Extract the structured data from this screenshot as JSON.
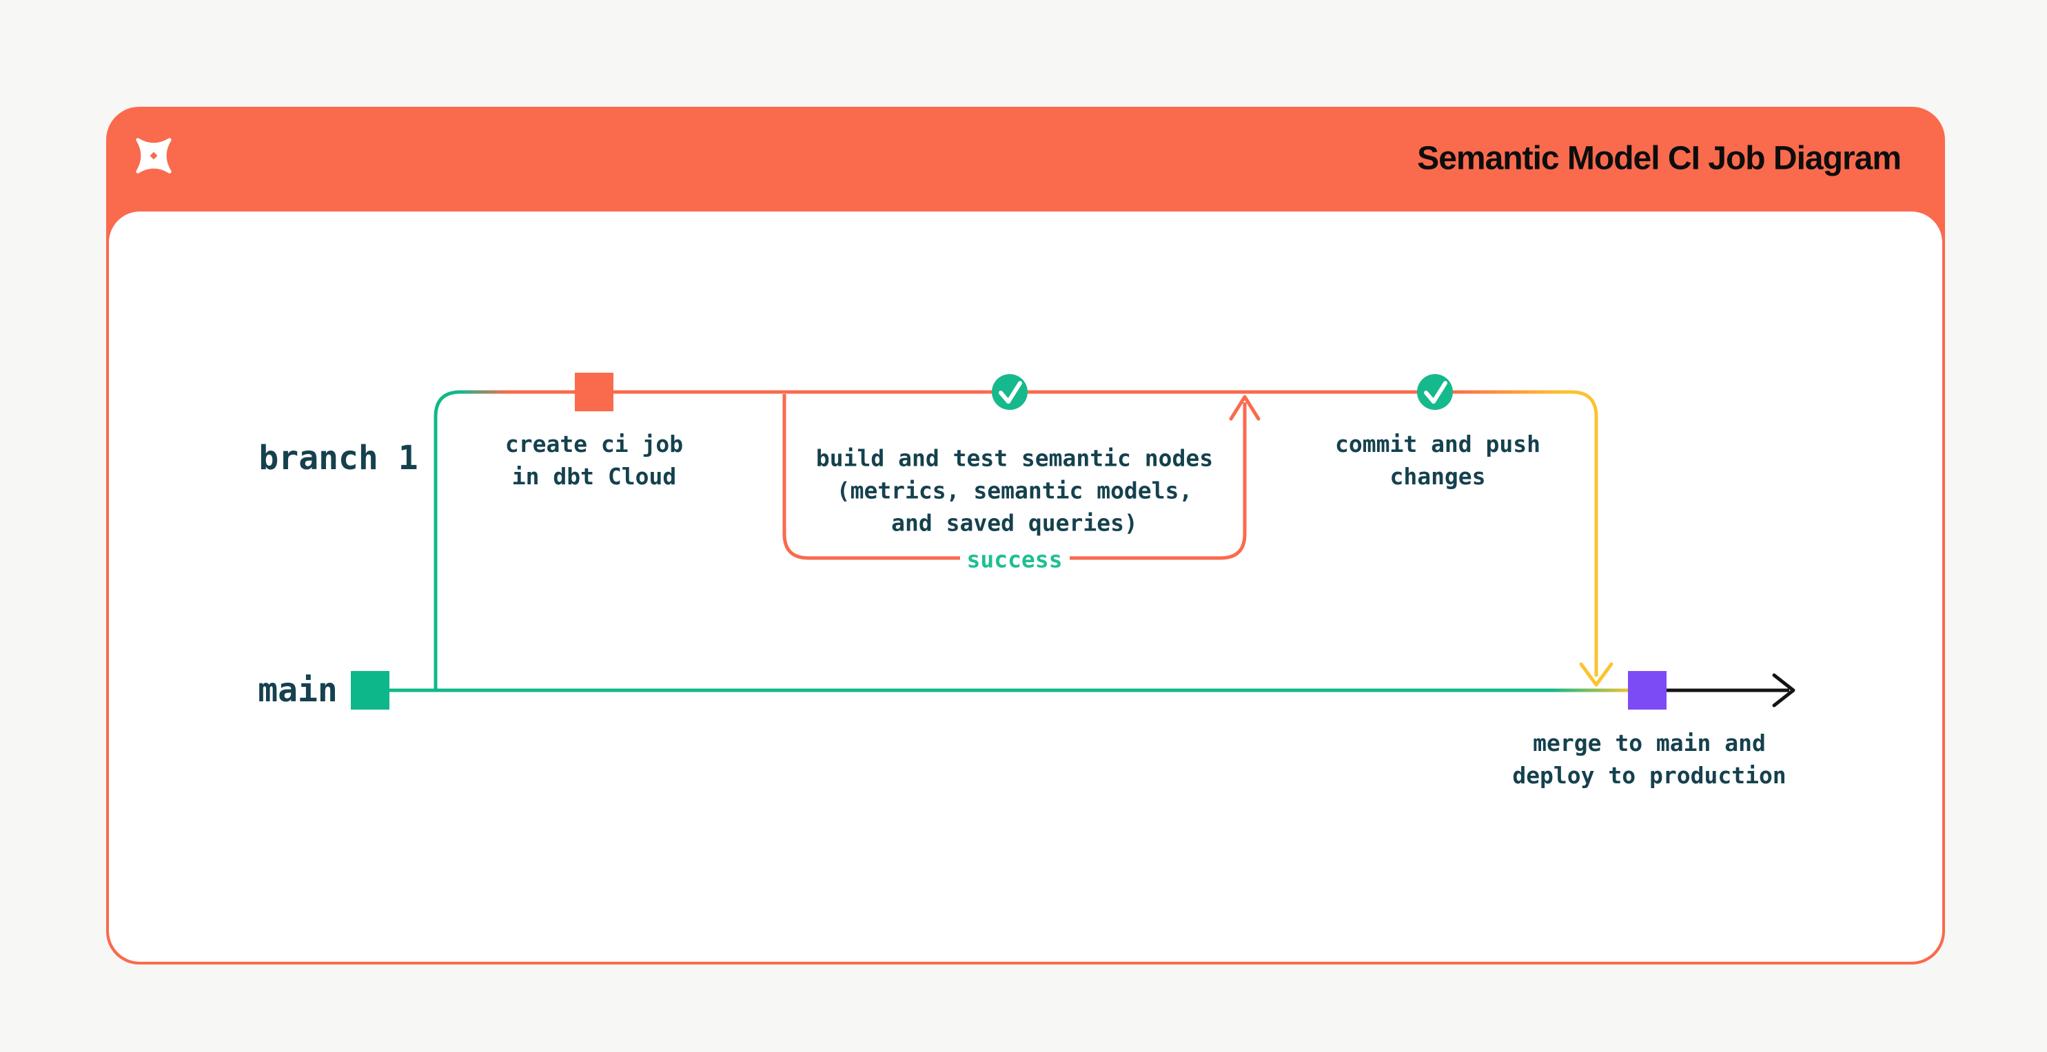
{
  "header": {
    "title": "Semantic Model CI Job Diagram",
    "logo": "dbt-logo"
  },
  "colors": {
    "orange": "#fa6a4d",
    "green": "#10b887",
    "green_square": "#0eb78a",
    "check_green": "#16b98c",
    "success_green": "#1fbf92",
    "yellow": "#fcc32f",
    "purple": "#7d4bf4",
    "label_teal": "#15414e",
    "title_black": "#0d0d0d",
    "arrow_black": "#141414",
    "white": "#ffffff"
  },
  "lanes": {
    "branch": "branch 1",
    "main": "main"
  },
  "nodes": {
    "create": {
      "lines": [
        "create ci job",
        "in dbt Cloud"
      ]
    },
    "build": {
      "lines": [
        "build and test semantic nodes",
        "(metrics, semantic models,",
        "and saved queries)"
      ]
    },
    "commit": {
      "lines": [
        "commit and push",
        "changes"
      ]
    },
    "merge": {
      "lines": [
        "merge to main and",
        "deploy to production"
      ]
    }
  },
  "loop": {
    "label": "success"
  }
}
